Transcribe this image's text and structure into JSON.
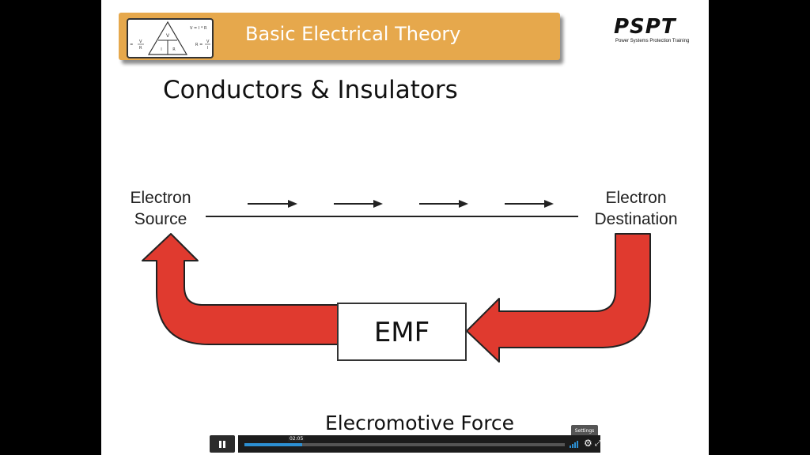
{
  "banner": {
    "title": "Basic Electrical Theory",
    "ohm_card": {
      "top_formula": "V = I * R",
      "left_formula_lhs": "I =",
      "left_formula_num": "V",
      "left_formula_den": "R",
      "right_formula_lhs": "R =",
      "right_formula_num": "V",
      "right_formula_den": "I",
      "triangle_top": "V",
      "triangle_left": "I",
      "triangle_right": "R"
    }
  },
  "logo": {
    "name": "PSPT",
    "tagline": "Power Systems Protection Training"
  },
  "slide": {
    "heading": "Conductors & Insulators",
    "source_label_line1": "Electron",
    "source_label_line2": "Source",
    "destination_label_line1": "Electron",
    "destination_label_line2": "Destination",
    "emf_label": "EMF",
    "caption": "Elecromotive Force"
  },
  "colors": {
    "banner": "#e6a84c",
    "arrow_fill": "#e03a2f",
    "seek_fill": "#2c8fd2"
  },
  "player": {
    "state": "playing",
    "pause_icon": "pause-icon",
    "current_time": "02:05",
    "progress_fraction": 0.18,
    "settings_tooltip": "Settings",
    "volume_icon": "volume-icon",
    "settings_icon": "gear-icon",
    "fullscreen_icon": "fullscreen-icon"
  }
}
